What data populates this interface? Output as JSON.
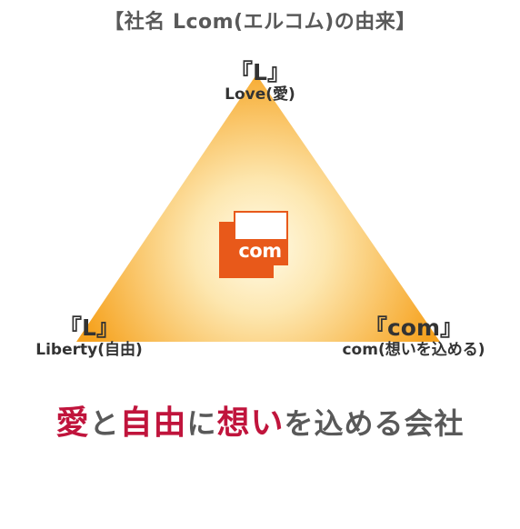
{
  "heading": "【社名 Lcom(エルコム)の由来】",
  "colors": {
    "triangle_center": "#fffbe8",
    "triangle_edge": "#f6a21e",
    "logo": "#e8591a",
    "accent": "#c0143c",
    "text": "#595959"
  },
  "vertices": {
    "top": {
      "mark": "『L』",
      "meaning": "Love(愛)"
    },
    "left": {
      "mark": "『L』",
      "meaning": "Liberty(自由)"
    },
    "right": {
      "mark": "『com』",
      "meaning": "com(想いを込める)"
    }
  },
  "logo": {
    "text": "com"
  },
  "tagline": [
    {
      "text": "愛",
      "style": "accent"
    },
    {
      "text": "と",
      "style": "plain"
    },
    {
      "text": "自由",
      "style": "accent"
    },
    {
      "text": "に",
      "style": "plain"
    },
    {
      "text": "想い",
      "style": "accent"
    },
    {
      "text": "を込める会社",
      "style": "plain"
    }
  ]
}
